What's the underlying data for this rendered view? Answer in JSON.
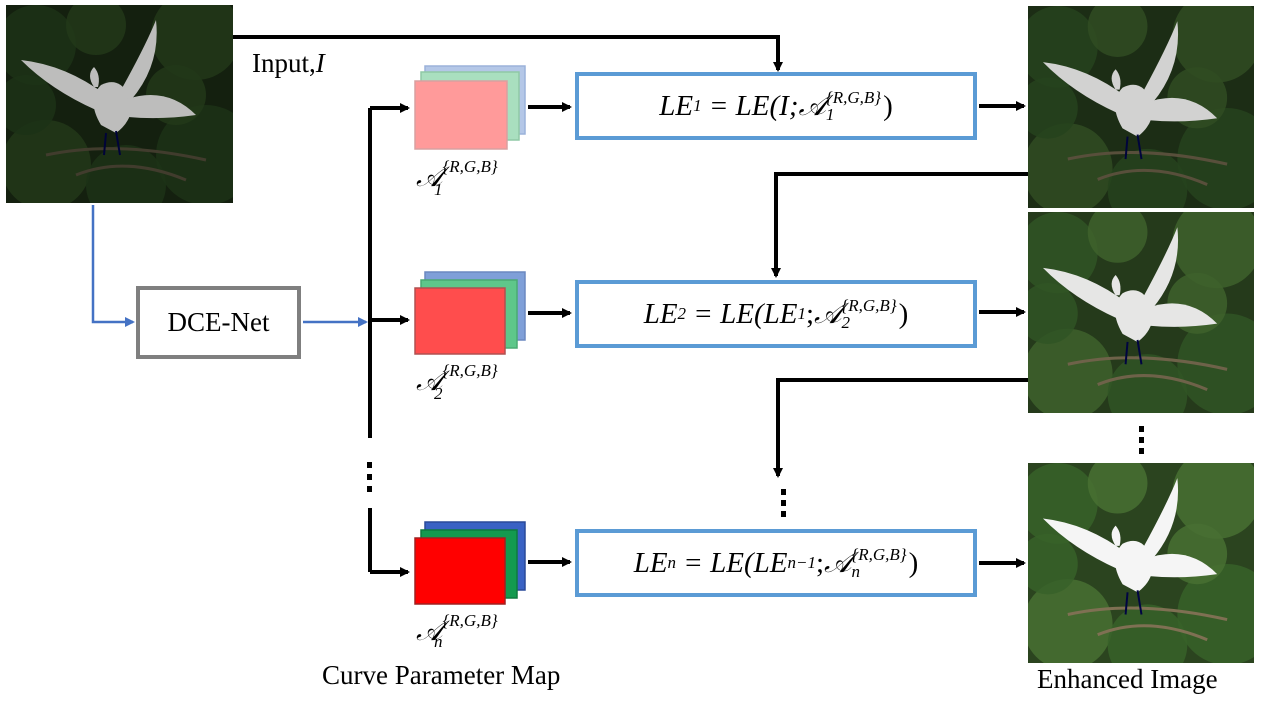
{
  "input_label": "Input,",
  "input_symbol": "I",
  "net": {
    "label": "DCE-Net"
  },
  "curve_caption": "Curve Parameter Map",
  "enhanced_caption": "Enhanced Image",
  "params": [
    {
      "base": "𝒜",
      "sub": "1",
      "sup": "{R,G,B}",
      "colors": [
        "#b4c7e7",
        "#a9dfbf",
        "#ff9a9a"
      ]
    },
    {
      "base": "𝒜",
      "sub": "2",
      "sup": "{R,G,B}",
      "colors": [
        "#7f9fd8",
        "#5ec78a",
        "#ff4d4d"
      ]
    },
    {
      "base": "𝒜",
      "sub": "n",
      "sup": "{R,G,B}",
      "colors": [
        "#3a62c4",
        "#139a4f",
        "#ff0000"
      ]
    }
  ],
  "equations": [
    {
      "lhs": "LE",
      "lhs_sub": "1",
      "rhs_pre": "= LE(I; ",
      "cal": "𝒜",
      "cal_sub": "1",
      "cal_sup": "{R,G,B}",
      "rhs_post": ")"
    },
    {
      "lhs": "LE",
      "lhs_sub": "2",
      "rhs_pre": "= LE(LE",
      "rhs_pre_sub": "1",
      "rhs_mid": "; ",
      "cal": "𝒜",
      "cal_sub": "2",
      "cal_sup": "{R,G,B}",
      "rhs_post": ")"
    },
    {
      "lhs": "LE",
      "lhs_sub": "n",
      "rhs_pre": "= LE(LE",
      "rhs_pre_sub": "n−1",
      "rhs_mid": "; ",
      "cal": "𝒜",
      "cal_sub": "n",
      "cal_sup": "{R,G,B}",
      "rhs_post": ")"
    }
  ],
  "photos": [
    {
      "name": "input-photo",
      "brightness": 0.35
    },
    {
      "name": "enhanced-photo-1",
      "brightness": 0.55
    },
    {
      "name": "enhanced-photo-2",
      "brightness": 0.75
    },
    {
      "name": "enhanced-photo-n",
      "brightness": 0.9
    }
  ],
  "colors": {
    "flow_blue": "#4472c4",
    "box_blue": "#5b9bd5",
    "net_gray": "#7f7f7f"
  }
}
